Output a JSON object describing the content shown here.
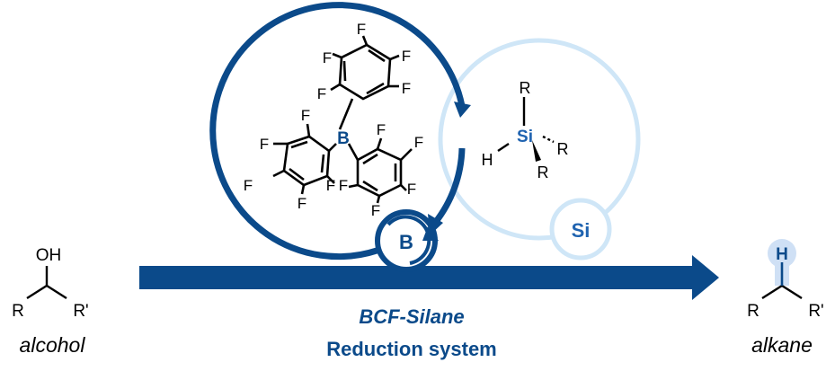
{
  "colors": {
    "dark_blue": "#0b4a8a",
    "mid_blue": "#1f63b0",
    "light_blue": "#cfe6f7",
    "highlight": "#cfe0f5",
    "black": "#000000"
  },
  "reactant": {
    "caption": "alcohol",
    "oh": "OH",
    "r": "R",
    "r_prime": "R'"
  },
  "product": {
    "caption": "alkane",
    "h": "H",
    "r": "R",
    "r_prime": "R'"
  },
  "system": {
    "line1": "BCF-Silane",
    "line2": "Reduction system"
  },
  "boron_badge": "B",
  "silicon_badge": "Si",
  "bcf": {
    "boron": "B",
    "f": "F"
  },
  "silane": {
    "si": "Si",
    "h": "H",
    "r": "R"
  }
}
